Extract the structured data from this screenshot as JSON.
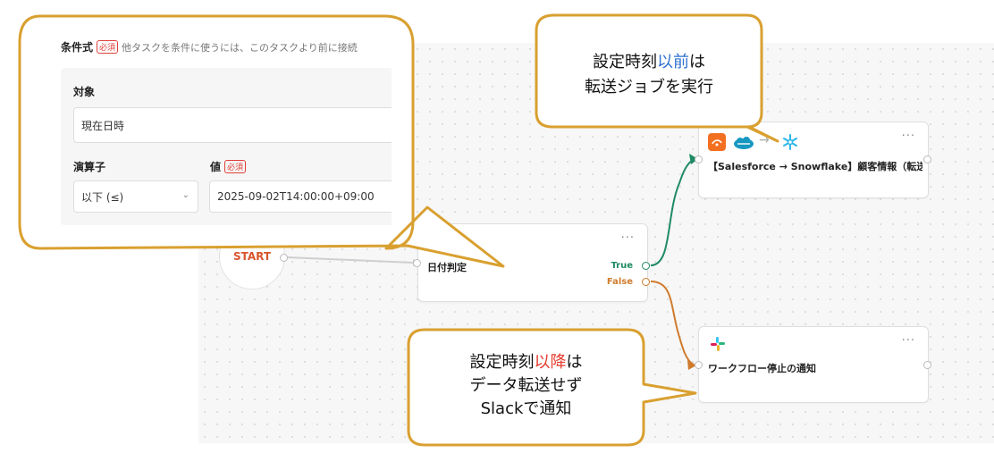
{
  "form": {
    "title": "条件式",
    "required_badge": "必須",
    "description": "他タスクを条件に使うには、このタスクより前に接続",
    "target_label": "対象",
    "target_value": "現在日時",
    "operator_label": "演算子",
    "operator_value": "以下 (≤)",
    "value_label": "値",
    "value_required_badge": "必須",
    "value_value": "2025-09-02T14:00:00+09:00"
  },
  "flow": {
    "start_label": "START",
    "node_date": {
      "title": "日付判定",
      "more": "···",
      "true_label": "True",
      "false_label": "False"
    },
    "node_transfer": {
      "title": "【Salesforce → Snowflake】顧客情報（転送...",
      "more": "···",
      "arrow": "→",
      "icons": [
        "sforce-icon",
        "salesforce-icon",
        "snowflake-icon"
      ]
    },
    "node_slack": {
      "title": "ワークフロー停止の通知",
      "more": "···",
      "icons": [
        "slack-icon"
      ]
    }
  },
  "callouts": {
    "before": {
      "line1_a": "設定時刻",
      "line1_b": "以前",
      "line1_c": "は",
      "line2": "転送ジョブを実行"
    },
    "after": {
      "line1_a": "設定時刻",
      "line1_b": "以降",
      "line1_c": "は",
      "line2": "データ転送せず",
      "line3": "Slackで通知"
    }
  },
  "colors": {
    "true_edge": "#1f8a63",
    "false_edge": "#d07b2c",
    "callout_border": "#d9a030",
    "highlight_blue": "#2f6fd0",
    "highlight_red": "#e53b2e",
    "start_text": "#d9542b"
  }
}
